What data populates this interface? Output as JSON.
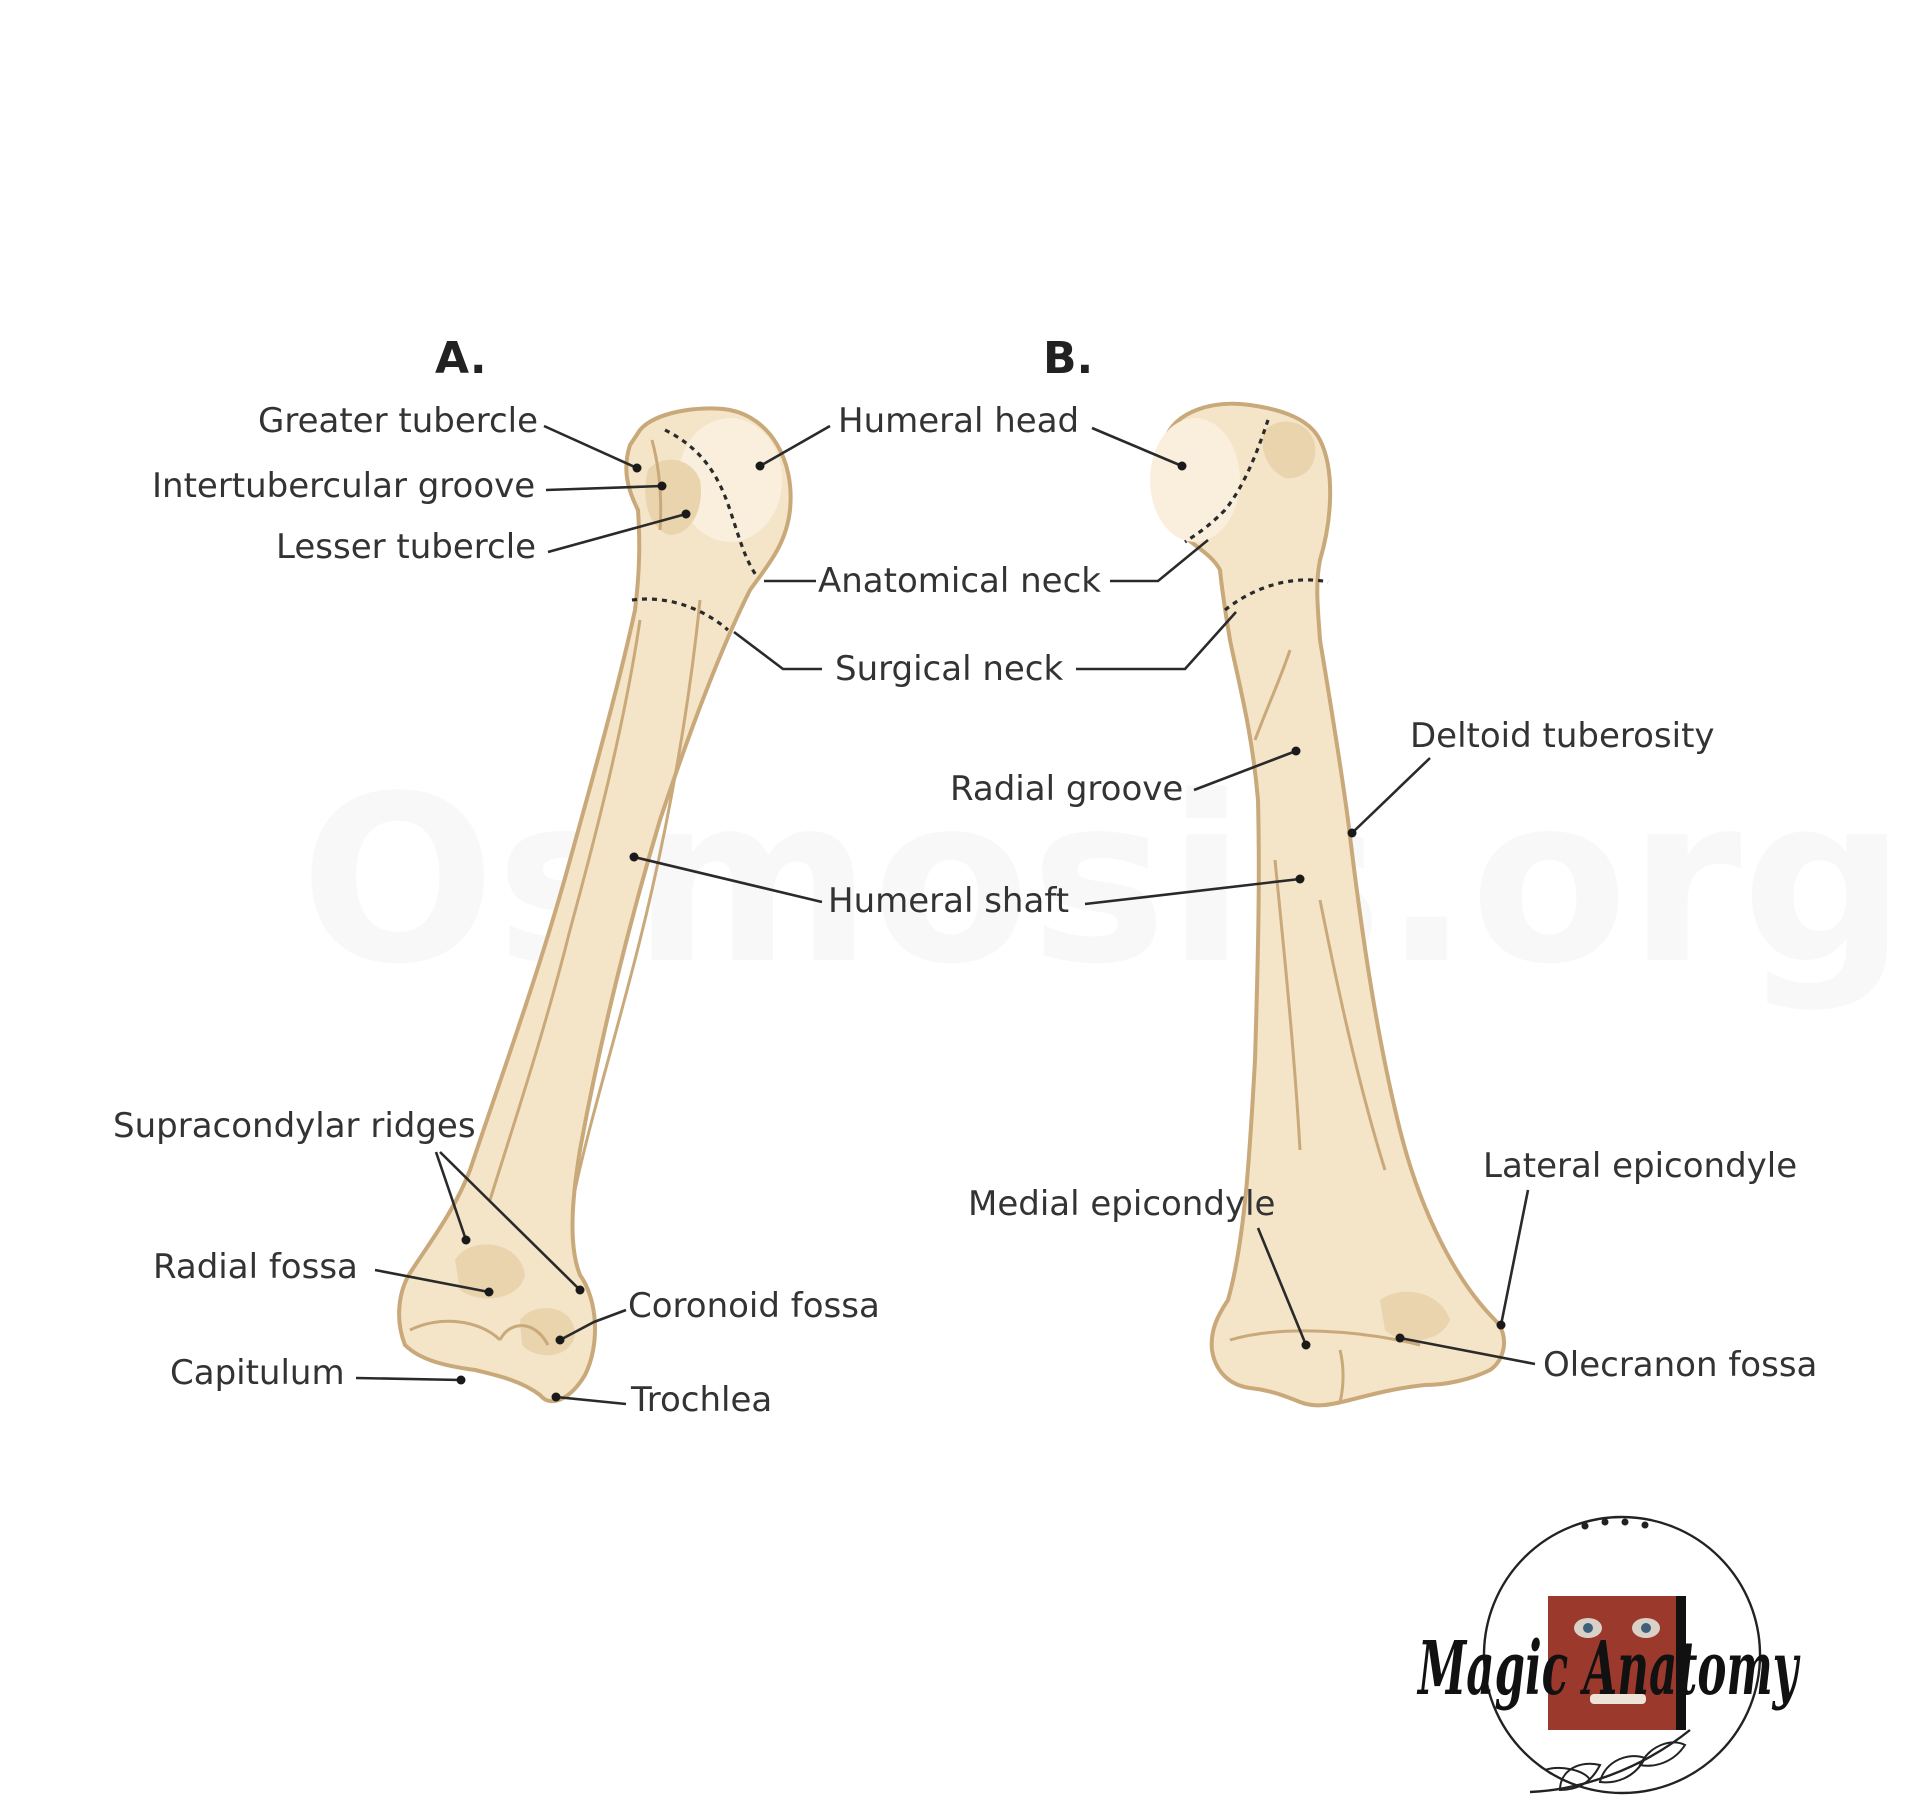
{
  "watermark": "Osmosis.org",
  "panels": {
    "a": "A.",
    "b": "B."
  },
  "labels": {
    "greater_tubercle": "Greater tubercle",
    "intertubercular_groove": "Intertubercular groove",
    "lesser_tubercle": "Lesser tubercle",
    "humeral_head": "Humeral head",
    "anatomical_neck": "Anatomical neck",
    "surgical_neck": "Surgical neck",
    "deltoid_tuberosity": "Deltoid tuberosity",
    "radial_groove": "Radial groove",
    "humeral_shaft": "Humeral shaft",
    "supracondylar_ridges": "Supracondylar ridges",
    "radial_fossa": "Radial fossa",
    "coronoid_fossa": "Coronoid fossa",
    "capitulum": "Capitulum",
    "trochlea": "Trochlea",
    "medial_epicondyle": "Medial epicondyle",
    "lateral_epicondyle": "Lateral epicondyle",
    "olecranon_fossa": "Olecranon fossa"
  },
  "logo": {
    "text": "Magic Anatomy"
  },
  "colors": {
    "bone_fill": "#f4e4c8",
    "bone_outline": "#c9a97a",
    "label_text": "#333333",
    "logo_image": "#9b3a2c"
  }
}
